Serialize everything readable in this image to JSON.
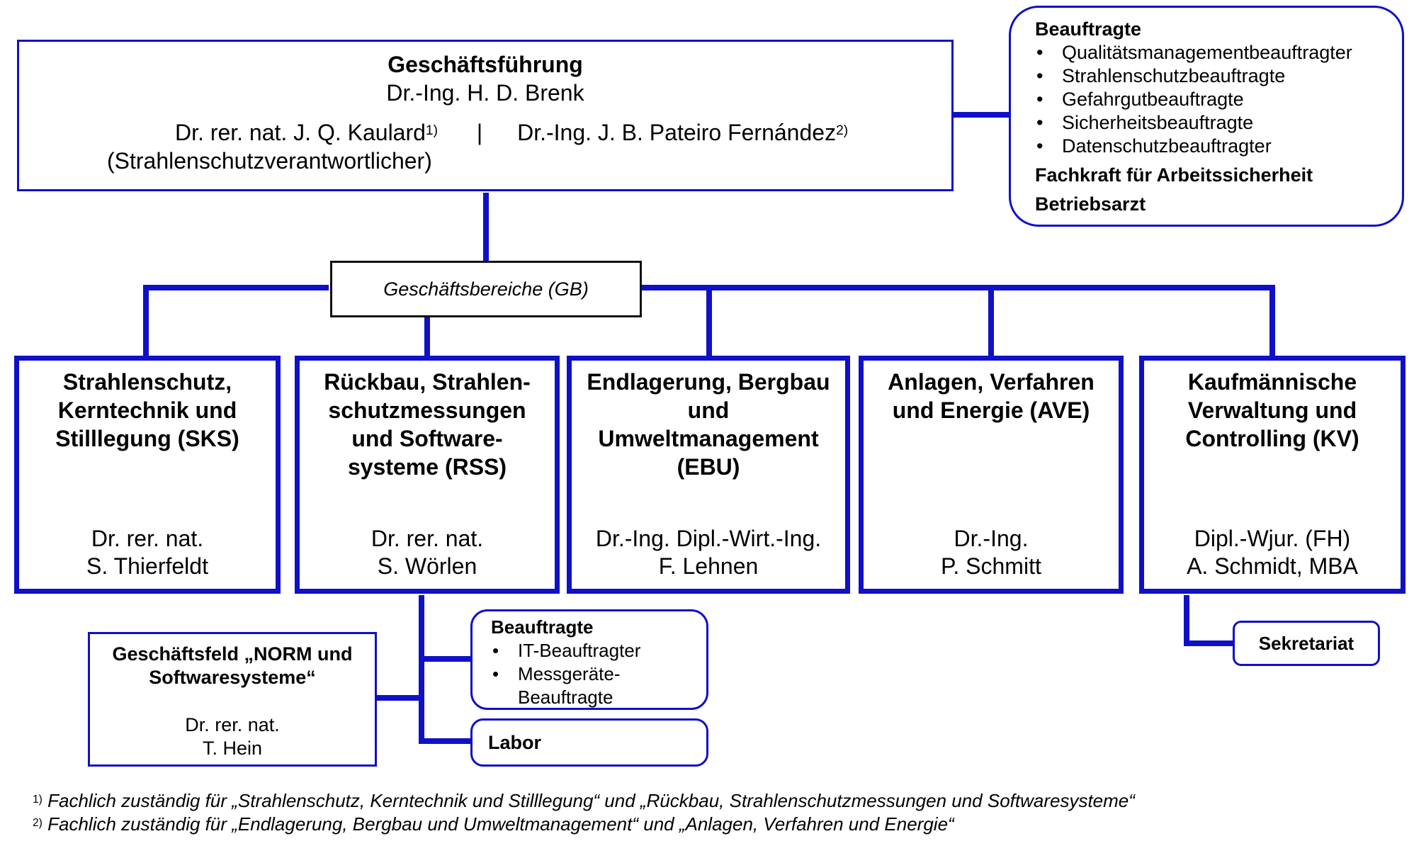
{
  "management": {
    "title": "Geschäftsführung",
    "head": "Dr.-Ing. H. D. Brenk",
    "deputy1": "Dr. rer. nat. J. Q. Kaulard",
    "deputy1_note": "1)",
    "separator": "|",
    "deputy2": "Dr.-Ing. J. B. Pateiro Fernández",
    "deputy2_note": "2)",
    "deputy1_role": "(Strahlenschutzverantwortlicher)"
  },
  "officers": {
    "title": "Beauftragte",
    "items": [
      "Qualitätsmanagementbeauftragter",
      "Strahlenschutzbeauftragte",
      "Gefahrgutbeauftragte",
      "Sicherheitsbeauftragte",
      "Datenschutzbeauftragter"
    ],
    "safety_specialist": "Fachkraft für Arbeitssicherheit",
    "doctor": "Betriebsarzt"
  },
  "business_areas_label": "Geschäftsbereiche (GB)",
  "divisions": [
    {
      "title": "Strahlenschutz, Kerntechnik und Stilllegung (SKS)",
      "head_line1": "Dr. rer. nat.",
      "head_line2": "S. Thierfeldt"
    },
    {
      "title": "Rückbau, Strahlen-schutzmessungen und Software-systeme (RSS)",
      "head_line1": "Dr. rer. nat.",
      "head_line2": "S. Wörlen"
    },
    {
      "title": "Endlagerung, Bergbau und Umweltmanagement (EBU)",
      "head_line1": "Dr.-Ing. Dipl.-Wirt.-Ing.",
      "head_line2": "F. Lehnen"
    },
    {
      "title": "Anlagen, Verfahren und Energie (AVE)",
      "head_line1": "Dr.-Ing.",
      "head_line2": "P. Schmitt"
    },
    {
      "title": "Kaufmännische Verwaltung und Controlling (KV)",
      "head_line1": "Dipl.-Wjur. (FH)",
      "head_line2": "A. Schmidt, MBA"
    }
  ],
  "norm_field": {
    "title": "Geschäftsfeld „NORM und Softwaresysteme“",
    "head_line1": "Dr. rer. nat.",
    "head_line2": "T. Hein"
  },
  "rss_officers": {
    "title": "Beauftragte",
    "items": [
      "IT-Beauftragter",
      "Messgeräte-Beauftragte"
    ]
  },
  "lab": "Labor",
  "secretariat": "Sekretariat",
  "footnotes": [
    {
      "mark": "1)",
      "text": "Fachlich zuständig für „Strahlenschutz, Kerntechnik und Stilllegung“ und „Rückbau, Strahlenschutzmessungen und Softwaresysteme“"
    },
    {
      "mark": "2)",
      "text": "Fachlich zuständig für „Endlagerung, Bergbau und Umweltmanagement“ und „Anlagen, Verfahren und Energie“"
    }
  ]
}
